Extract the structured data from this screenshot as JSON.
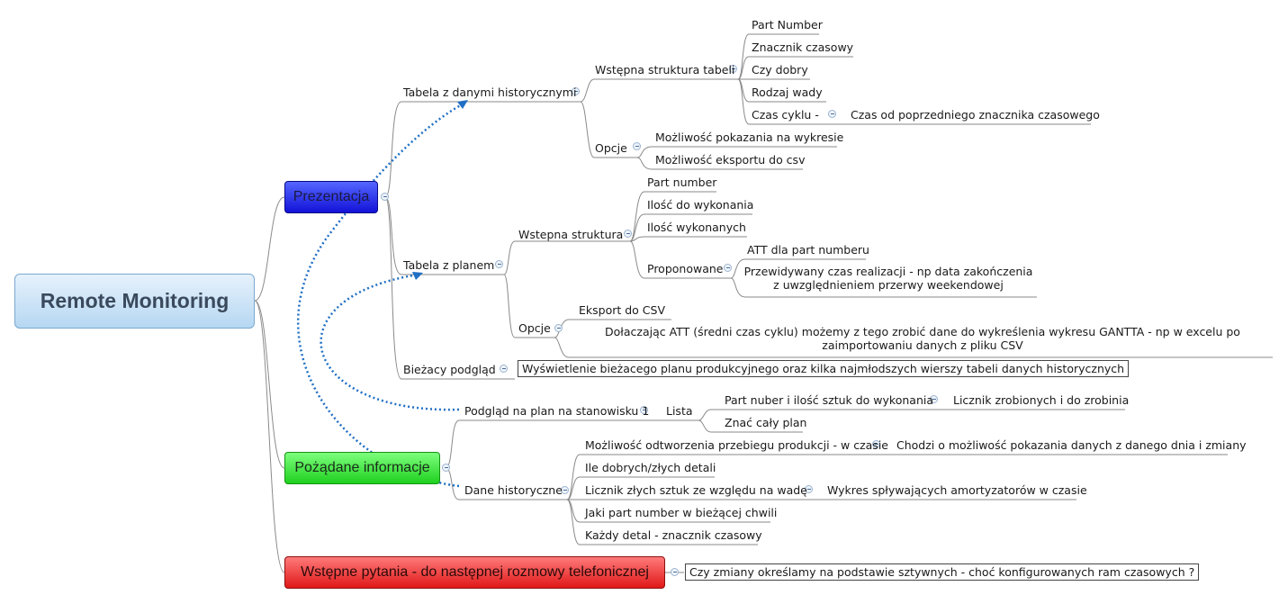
{
  "root": "Remote Monitoring",
  "branches": {
    "prezentacja": "Prezentacja",
    "pozadane": "Pożądane informacje",
    "wstepne": "Wstępne pytania - do następnej rozmowy telefonicznej"
  },
  "prezentacja": {
    "tabela_hist": {
      "label": "Tabela z danymi historycznymi",
      "struktura": {
        "label": "Wstępna struktura tabeli",
        "items": [
          "Part Number",
          "Znacznik czasowy",
          "Czy dobry",
          "Rodzaj wady",
          "Czas cyklu -"
        ],
        "czas_cyklu_detail": "Czas od poprzedniego znacznika czasowego"
      },
      "opcje": {
        "label": "Opcje",
        "items": [
          "Możliwość pokazania na wykresie",
          "Możliwość eksportu do csv"
        ]
      }
    },
    "tabela_plan": {
      "label": "Tabela z planem",
      "struktura": {
        "label": "Wstepna struktura",
        "items": [
          "Part number",
          "Ilość do wykonania",
          "Ilość wykonanych"
        ],
        "proponowane": {
          "label": "Proponowane",
          "items": [
            "ATT dla part numberu",
            "Przewidywany czas realizacji - np data zakończenia z uwzględnieniem przerwy weekendowej"
          ]
        }
      },
      "opcje": {
        "label": "Opcje",
        "items": [
          "Eksport do CSV",
          "Dołaczając ATT (średni czas cyklu) możemy z tego zrobić dane do wykreślenia wykresu GANTTA - np w excelu po zaimportowaniu danych z pliku CSV"
        ]
      }
    },
    "biezacy": {
      "label": "Bieżacy podgląd",
      "detail": "Wyświetlenie bieżacego planu produkcyjnego oraz kilka najmłodszych wierszy tabeli danych historycznych"
    }
  },
  "pozadane": {
    "podglad": {
      "label": "Podgląd na plan na stanowisku 1",
      "lista": {
        "label": "Lista",
        "items": [
          "Part nuber i ilość sztuk do wykonania",
          "Znać cały plan"
        ],
        "licznik": "Licznik zrobionych i do zrobinia"
      }
    },
    "dane": {
      "label": "Dane historyczne",
      "items": [
        "Możliwość odtworzenia przebiegu produkcji - w czasie",
        "Ile dobrych/złych detali",
        "Licznik złych sztuk ze względu na wadę",
        "Jaki part number w bieżącej chwili",
        "Każdy detal - znacznik czasowy"
      ],
      "przebieg_detail": "Chodzi o możliwość pokazania danych z danego dnia i zmiany",
      "licznik_detail": "Wykres spływających amortyzatorów w czasie"
    }
  },
  "wstepne": {
    "pytanie": "Czy zmiany określamy na podstawie sztywnych - choć konfigurowanych ram czasowych ?"
  }
}
